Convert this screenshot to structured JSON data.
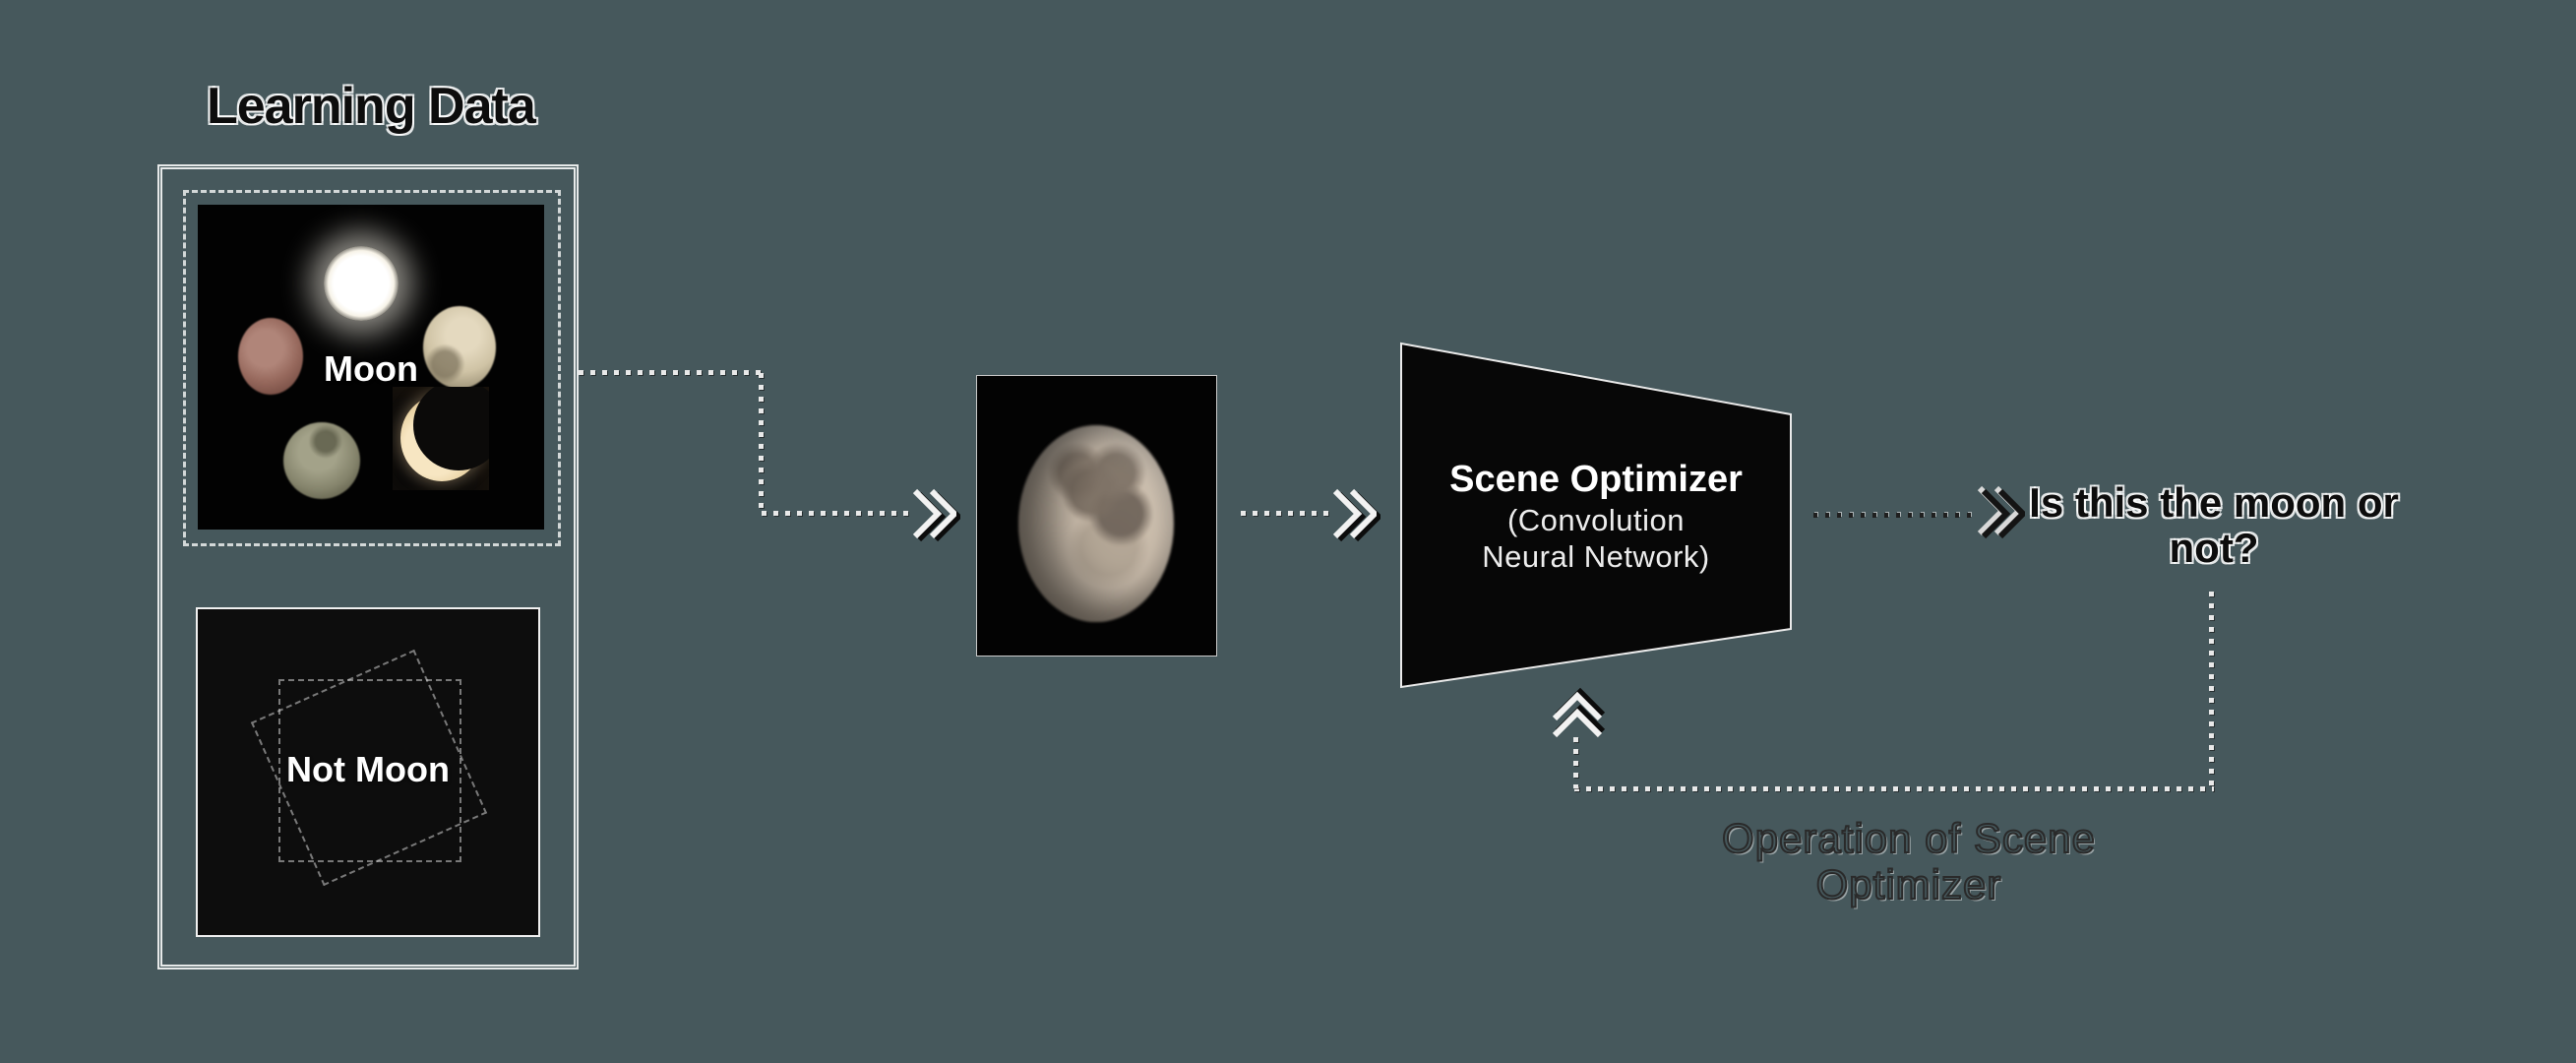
{
  "colors": {
    "bg": "#46585c",
    "ink": "#0d0d0d",
    "line-light": "#e9e9e9",
    "line-dark": "#1f1f1f",
    "panel": "#050505",
    "text-light": "#ffffff"
  },
  "title": "Learning Data",
  "learning": {
    "moon_label": "Moon",
    "not_moon_label": "Not Moon"
  },
  "processor": {
    "name": "Scene Optimizer",
    "subtitle_line1": "(Convolution",
    "subtitle_line2": "Neural Network)"
  },
  "output_question": {
    "line1": "Is this the moon or",
    "line2": "not?"
  },
  "feedback": {
    "line1": "Operation of Scene",
    "line2": "Optimizer"
  }
}
